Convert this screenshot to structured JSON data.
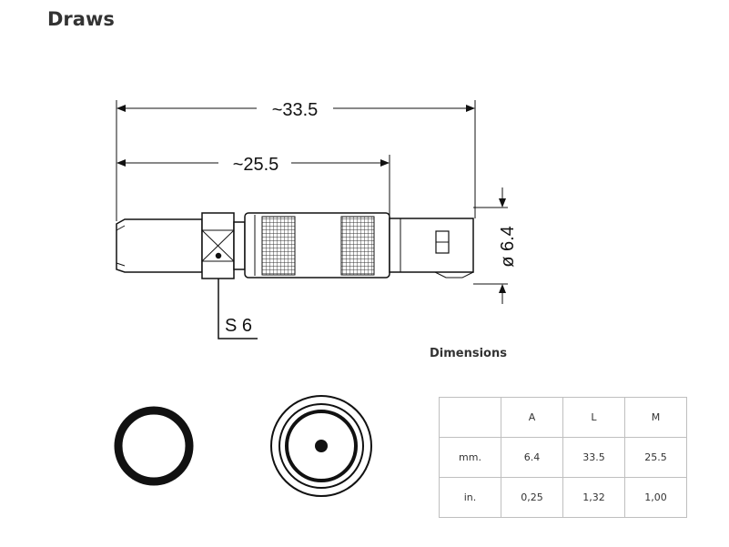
{
  "page": {
    "heading": "Draws"
  },
  "drawing": {
    "overall_length_label": "~33.5",
    "body_length_label": "~25.5",
    "diameter_label": "ø 6.4",
    "wrench_label": "S 6"
  },
  "dimensions": {
    "title": "Dimensions",
    "header": [
      "",
      "A",
      "L",
      "M"
    ],
    "rows": [
      [
        "mm.",
        "6.4",
        "33.5",
        "25.5"
      ],
      [
        "in.",
        "0,25",
        "1,32",
        "1,00"
      ]
    ]
  }
}
